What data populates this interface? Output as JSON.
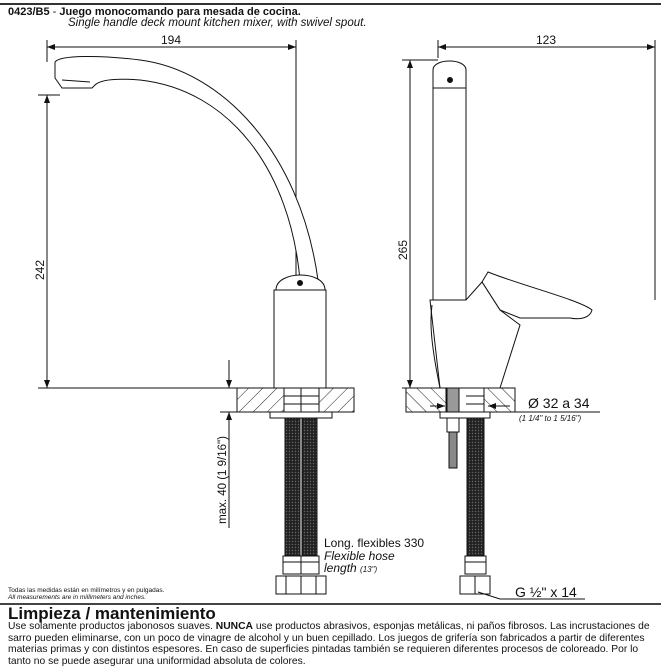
{
  "header": {
    "code": "0423/B5",
    "separator": " - ",
    "title_es": "Juego monocomando para mesada de cocina.",
    "title_en": "Single handle deck mount kitchen mixer, with swivel spout."
  },
  "drawing": {
    "front_view": {
      "width_dim": "194",
      "height_dim": "242",
      "deck_dim": "max. 40 (1 9/16\")",
      "hose_label_es": "Long. flexibles 330",
      "hose_label_en": "Flexible hose",
      "hose_label_en2": "length",
      "hose_label_inch": "(13\")"
    },
    "side_view": {
      "width_dim": "123",
      "height_dim": "265",
      "hole_dim": "Ø 32 a 34",
      "hole_dim_inch": "(1 1/4\" to 1 5/16\")",
      "thread_dim": "G ½\" x 14"
    }
  },
  "notes": {
    "es": "Todas las medidas están en milímetros y en pulgadas.",
    "en": "All measurements are in millimeters and inches."
  },
  "maintenance": {
    "heading": "Limpieza / mantenimiento",
    "text_before": "Use solamente productos jabonosos suaves. ",
    "text_bold": "NUNCA",
    "text_after": " use productos abrasivos, esponjas metálicas, ni paños fibrosos. Las incrustaciones de sarro pueden eliminarse, con un poco de vinagre de alcohol y un buen cepillado. Los juegos de grifería son fabricados a partir de diferentes materias primas y con distintos espesores. En caso de superficies pintadas también se requieren diferentes procesos de coloreado. Por lo tanto no se puede asegurar una uniformidad absoluta de colores."
  }
}
